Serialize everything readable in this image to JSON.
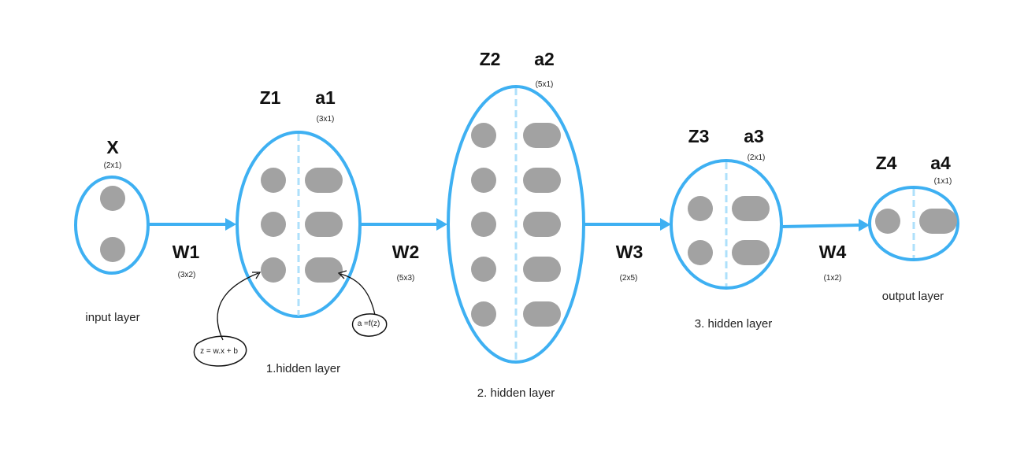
{
  "colors": {
    "layer_outline": "#3eb0f2",
    "divider": "#aee0fb",
    "neuron": "#a2a2a2",
    "text": "#111111"
  },
  "input": {
    "symbol": "X",
    "dim": "(2x1)",
    "caption": "input layer"
  },
  "layer1": {
    "z": "Z1",
    "a": "a1",
    "dim": "(3x1)",
    "caption": "1.hidden layer"
  },
  "layer2": {
    "z": "Z2",
    "a": "a2",
    "dim": "(5x1)",
    "caption": "2. hidden layer"
  },
  "layer3": {
    "z": "Z3",
    "a": "a3",
    "dim": "(2x1)",
    "caption": "3. hidden layer"
  },
  "output": {
    "z": "Z4",
    "a": "a4",
    "dim": "(1x1)",
    "caption": "output layer"
  },
  "weights": [
    {
      "label": "W1",
      "dim": "(3x2)"
    },
    {
      "label": "W2",
      "dim": "(5x3)"
    },
    {
      "label": "W3",
      "dim": "(2x5)"
    },
    {
      "label": "W4",
      "dim": "(1x2)"
    }
  ],
  "annotations": {
    "z_formula": "z = w.x + b",
    "a_formula": "a =f(z)"
  }
}
